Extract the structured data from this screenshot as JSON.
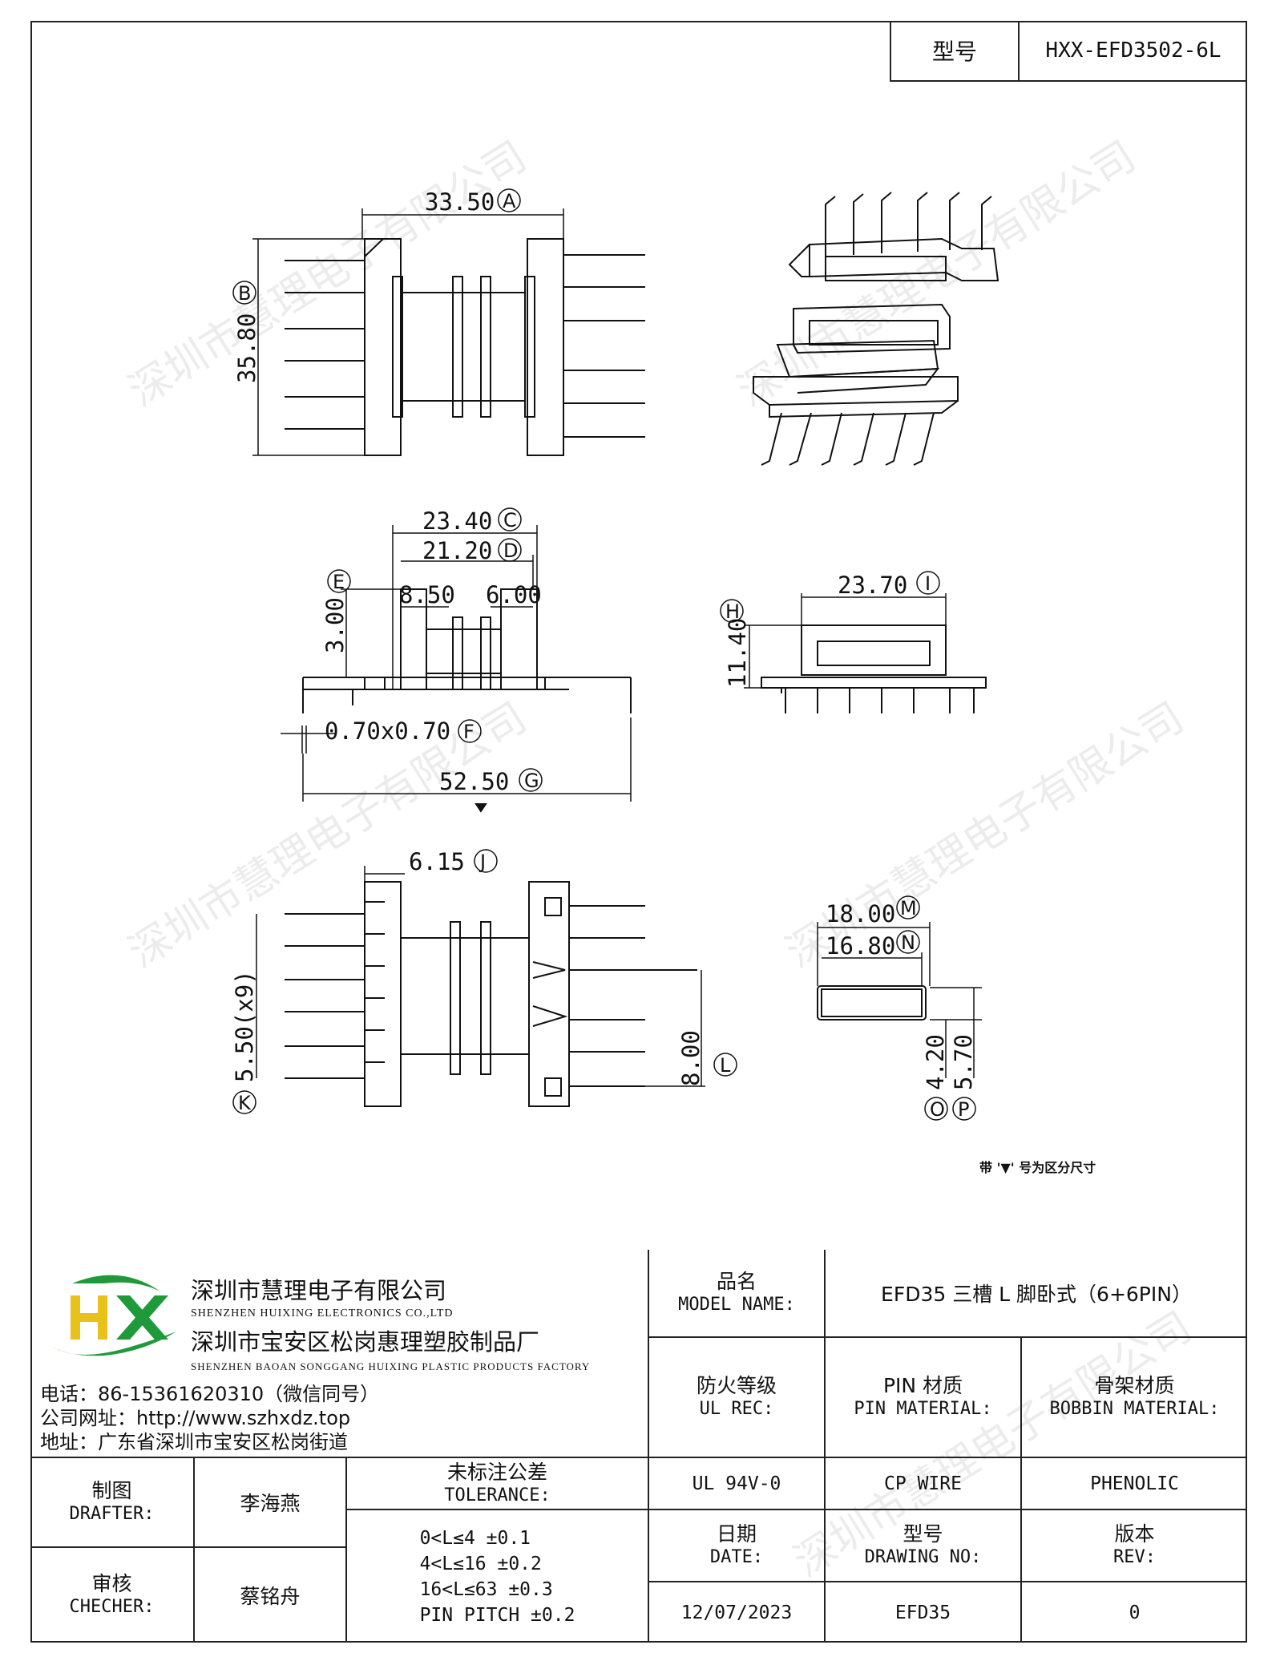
{
  "header": {
    "model_label": "型号",
    "model_value": "HXX-EFD3502-6L"
  },
  "dimensions": {
    "A": "33.50",
    "B": "35.80",
    "C": "23.40",
    "D": "21.20",
    "E": "3.00",
    "d850": "8.50",
    "d600": "6.00",
    "F": "0.70x0.70",
    "G": "52.50",
    "H": "11.40",
    "I": "23.70",
    "J": "6.15",
    "K": "5.50(x9)",
    "L": "8.00",
    "M": "18.00",
    "N": "16.80",
    "O": "4.20",
    "P": "5.70"
  },
  "markers": {
    "A": "A",
    "B": "B",
    "C": "C",
    "D": "D",
    "E": "E",
    "F": "F",
    "G": "G",
    "H": "H",
    "I": "I",
    "J": "J",
    "K": "K",
    "L": "L",
    "M": "M",
    "N": "N",
    "O": "O",
    "P": "P"
  },
  "note": "带 '▼' 号为区分尺寸",
  "watermark": "深圳市慧理电子有限公司",
  "company": {
    "name_cn_1": "深圳市慧理电子有限公司",
    "name_en_1": "SHENZHEN HUIXING ELECTRONICS CO.,LTD",
    "name_cn_2": "深圳市宝安区松岗惠理塑胶制品厂",
    "name_en_2": "SHENZHEN BAOAN SONGGANG HUIXING PLASTIC PRODUCTS FACTORY",
    "phone": "电话：86-15361620310（微信同号）",
    "website": "公司网址：http://www.szhxdz.top",
    "address": "地址：广东省深圳市宝安区松岗街道",
    "logo_text": "HX"
  },
  "title_block": {
    "model_name_cn": "品名",
    "model_name_en": "MODEL NAME:",
    "model_name_value": "EFD35 三槽 L 脚卧式（6+6PIN）",
    "fire_cn": "防火等级",
    "fire_en": "UL REC:",
    "fire_value": "UL 94V-0",
    "pin_cn": "PIN 材质",
    "pin_en": "PIN MATERIAL:",
    "pin_value": "CP WIRE",
    "bobbin_cn": "骨架材质",
    "bobbin_en": "BOBBIN MATERIAL:",
    "bobbin_value": "PHENOLIC",
    "drafter_cn": "制图",
    "drafter_en": "DRAFTER:",
    "drafter_value": "李海燕",
    "checker_cn": "审核",
    "checker_en": "CHECHER:",
    "checker_value": "蔡铭舟",
    "tol_cn": "未标注公差",
    "tol_en": "TOLERANCE:",
    "tol_lines": [
      "0<L≤4   ±0.1",
      "4<L≤16  ±0.2",
      "16<L≤63 ±0.3",
      "PIN PITCH ±0.2"
    ],
    "date_cn": "日期",
    "date_en": "DATE:",
    "date_value": "12/07/2023",
    "drawing_cn": "型号",
    "drawing_en": "DRAWING NO:",
    "drawing_value": "EFD35",
    "rev_cn": "版本",
    "rev_en": "REV:",
    "rev_value": "0"
  },
  "colors": {
    "logo_green": "#1f9a3a",
    "logo_yellow": "#e8c21a"
  }
}
